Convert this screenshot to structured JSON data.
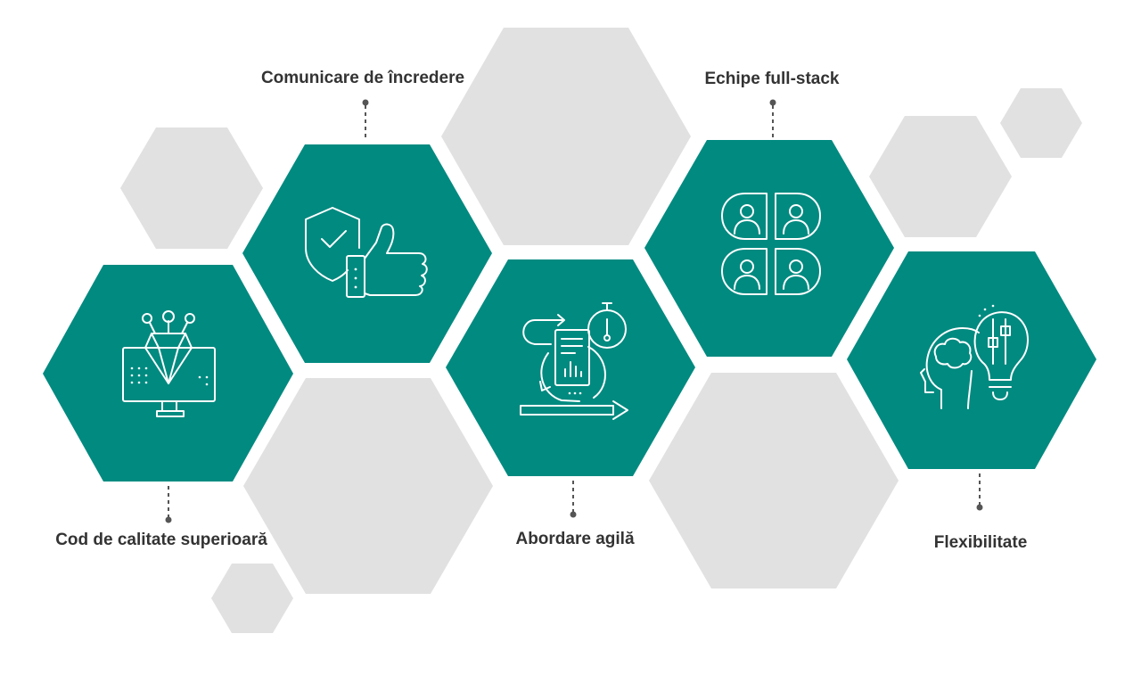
{
  "colors": {
    "teal": "#008a80",
    "gray": "#e1e1e1",
    "label": "#333333",
    "icon": "#ffffff",
    "connector": "#555555"
  },
  "features": [
    {
      "id": "code-quality",
      "label": "Cod de calitate superioară",
      "icon": "diamond-monitor-icon"
    },
    {
      "id": "trusted-communication",
      "label": "Comunicare de încredere",
      "icon": "shield-thumbs-up-icon"
    },
    {
      "id": "agile-approach",
      "label": "Abordare agilă",
      "icon": "agile-cycle-icon"
    },
    {
      "id": "full-stack-teams",
      "label": "Echipe full-stack",
      "icon": "team-grid-icon"
    },
    {
      "id": "flexibility",
      "label": "Flexibilitate",
      "icon": "head-lightbulb-icon"
    }
  ]
}
